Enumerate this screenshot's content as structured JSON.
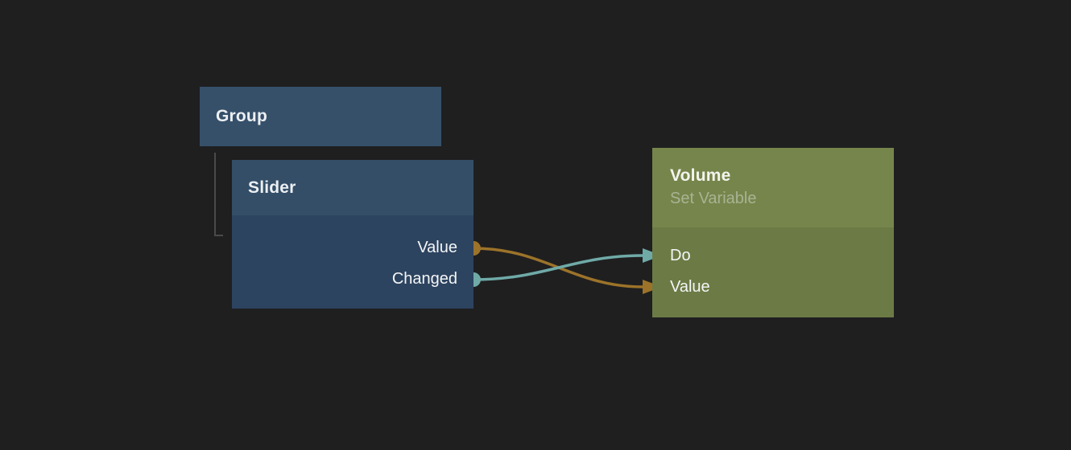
{
  "canvas": {
    "background": "#1f1f20",
    "tree_line_color": "#4a4a4a"
  },
  "colors": {
    "orange": "#9c7329",
    "teal": "#6faaa7",
    "blue_header": "#344e68",
    "blue_body": "#2d4460",
    "green_header": "#76854b",
    "green_body": "#6c7b45"
  },
  "nodes": {
    "group": {
      "title": "Group"
    },
    "slider": {
      "title": "Slider",
      "outputs": [
        {
          "label": "Value",
          "port_color": "#9c7329"
        },
        {
          "label": "Changed",
          "port_color": "#6faaa7"
        }
      ]
    },
    "volume": {
      "title": "Volume",
      "subtitle": "Set Variable",
      "inputs": [
        {
          "label": "Do",
          "port_color": "#6faaa7"
        },
        {
          "label": "Value",
          "port_color": "#9c7329"
        }
      ]
    }
  },
  "connections": [
    {
      "from": "Slider.Value",
      "to": "Volume.Value",
      "color": "#9c7329"
    },
    {
      "from": "Slider.Changed",
      "to": "Volume.Do",
      "color": "#6faaa7"
    }
  ]
}
